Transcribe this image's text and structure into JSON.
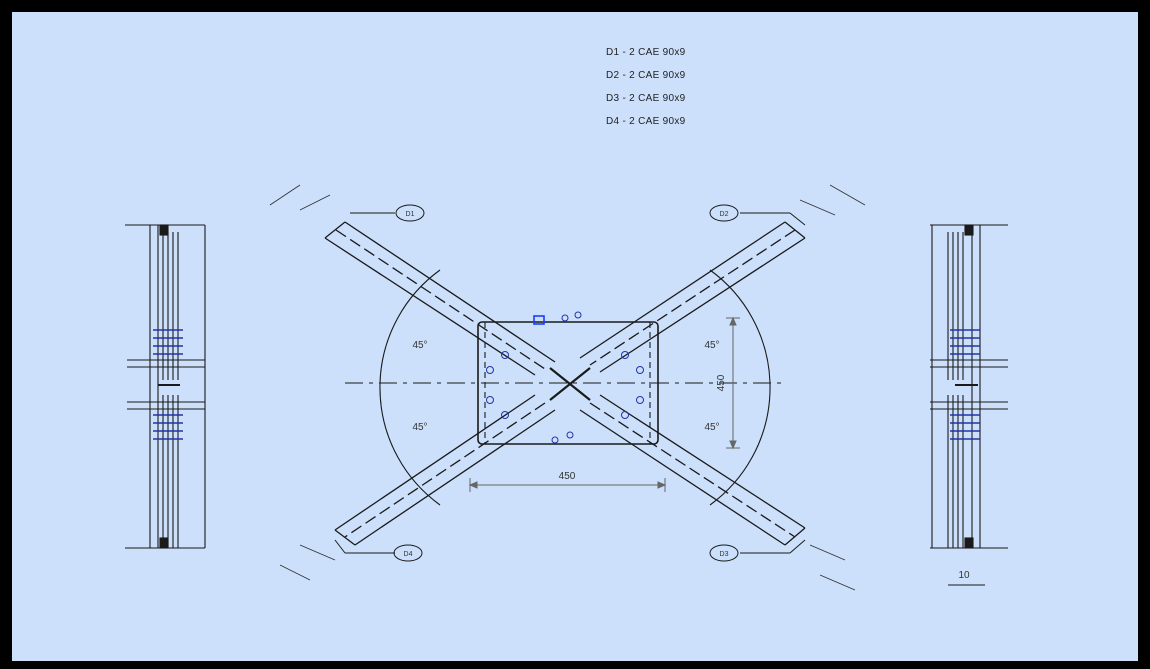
{
  "legend": [
    "D1 - 2 CAE 90x9",
    "D2 - 2 CAE 90x9",
    "D3 - 2 CAE 90x9",
    "D4 - 2 CAE 90x9"
  ],
  "tags": {
    "d1": "D1",
    "d2": "D2",
    "d3": "D3",
    "d4": "D4"
  },
  "angles": {
    "tl": "45°",
    "bl": "45°",
    "tr": "45°",
    "br": "45°"
  },
  "dimensions": {
    "plate_width": "450",
    "plate_height": "450",
    "side_detail": "10"
  },
  "colors": {
    "background": "#cce0fb",
    "frame": "#000000",
    "line": "#1a1a1a",
    "bolt": "#2233aa",
    "highlight": "#1a3cff"
  }
}
